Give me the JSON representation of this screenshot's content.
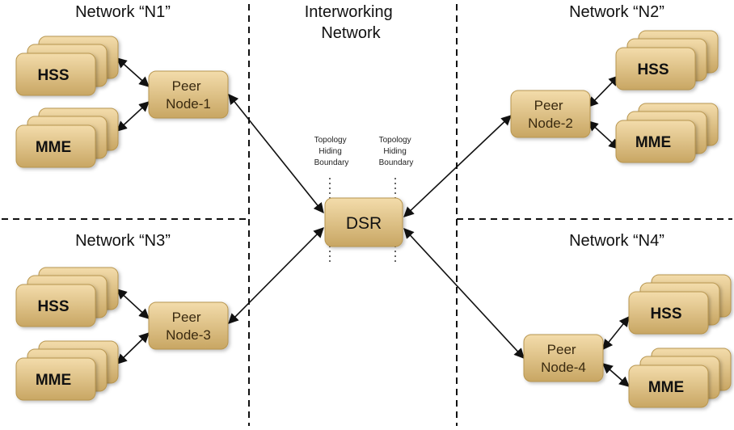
{
  "regions": {
    "n1": "Network “N1”",
    "n2": "Network “N2”",
    "n3": "Network “N3”",
    "n4": "Network “N4”",
    "interworking": [
      "Interworking",
      "Network"
    ]
  },
  "peers": {
    "p1": [
      "Peer",
      "Node-1"
    ],
    "p2": [
      "Peer",
      "Node-2"
    ],
    "p3": [
      "Peer",
      "Node-3"
    ],
    "p4": [
      "Peer",
      "Node-4"
    ]
  },
  "services": {
    "hss": "HSS",
    "mme": "MME"
  },
  "dsr": "DSR",
  "topology_hiding": {
    "left": [
      "Topology",
      "Hiding",
      "Boundary"
    ],
    "right": [
      "Topology",
      "Hiding",
      "Boundary"
    ]
  },
  "colors": {
    "node_fill_top": "#f1d8a3",
    "node_fill_bottom": "#c9a867",
    "node_stroke": "#b89650"
  }
}
